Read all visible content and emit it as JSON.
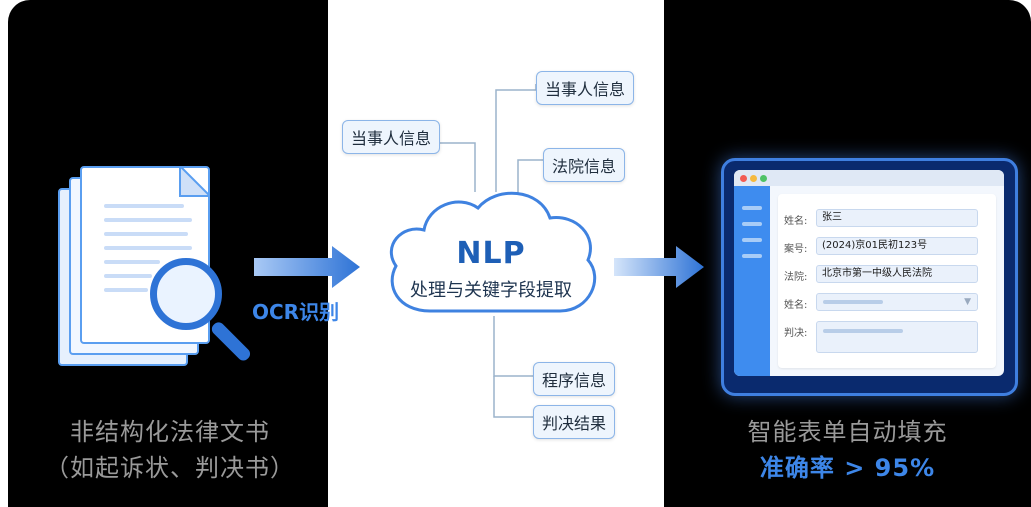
{
  "left": {
    "ocr_label": "OCR识别",
    "caption_line1": "非结构化法律文书",
    "caption_line2": "（如起诉状、判决书）"
  },
  "center": {
    "cloud_title": "NLP",
    "cloud_subtitle": "处理与关键字段提取",
    "nodes": [
      "当事人信息",
      "当事人信息",
      "法院信息",
      "程序信息",
      "判决结果"
    ]
  },
  "right": {
    "caption_line1": "智能表单自动填充",
    "caption_line2": "准确率 > 95%",
    "form": {
      "fields": [
        {
          "label": "姓名:",
          "value": "张三"
        },
        {
          "label": "案号:",
          "value": "(2024)京01民初123号"
        },
        {
          "label": "法院:",
          "value": "北京市第一中级人民法院"
        },
        {
          "label": "姓名:",
          "value": ""
        },
        {
          "label": "判决:",
          "value": ""
        }
      ]
    }
  },
  "colors": {
    "accent": "#3d86e8",
    "node_border": "#8cb5e8",
    "dark_bg": "#000000",
    "caption_gray": "#9a9a9a"
  },
  "icons": [
    "document-stack-icon",
    "magnifier-icon",
    "cloud-icon",
    "arrow-right-icon"
  ]
}
